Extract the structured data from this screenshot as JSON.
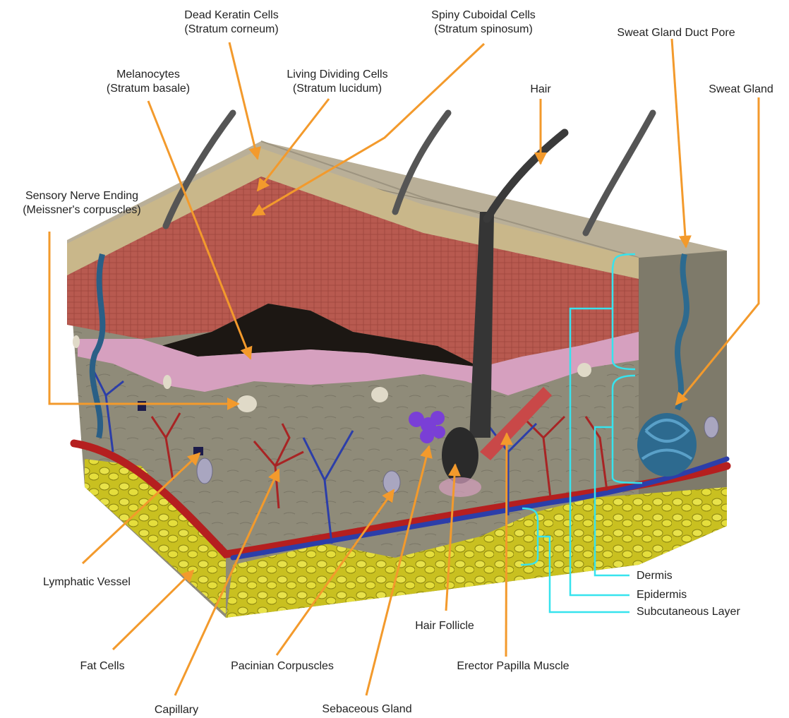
{
  "colors": {
    "arrow": "#f39a2c",
    "bracket": "#37e3ee",
    "text": "#222222",
    "epidermis_surface": "#b7ad96",
    "epidermis_red": "#b9584f",
    "basale_pink": "#d7a3c1",
    "dermis": "#8e8a78",
    "fat": "#d8d12a",
    "artery": "#b51f1f",
    "vein": "#2c3ea9",
    "sebaceous": "#7a3fd6",
    "sweat_gland": "#2d6a8f",
    "muscle": "#c94848",
    "hair": "#353535"
  },
  "labels": {
    "dead_keratin": {
      "line1": "Dead Keratin Cells",
      "line2": "(Stratum corneum)"
    },
    "spiny_cuboidal": {
      "line1": "Spiny Cuboidal Cells",
      "line2": "(Stratum spinosum)"
    },
    "sweat_pore": "Sweat Gland Duct Pore",
    "melanocytes": {
      "line1": "Melanocytes",
      "line2": "(Stratum basale)"
    },
    "living_dividing": {
      "line1": "Living Dividing Cells",
      "line2": "(Stratum lucidum)"
    },
    "hair": "Hair",
    "sweat_gland": "Sweat Gland",
    "sensory_nerve": {
      "line1": "Sensory Nerve Ending",
      "line2": "(Meissner's corpuscles)"
    },
    "lymphatic": "Lymphatic Vessel",
    "dermis": "Dermis",
    "epidermis": "Epidermis",
    "subcutaneous": "Subcutaneous Layer",
    "hair_follicle": "Hair Follicle",
    "fat_cells": "Fat Cells",
    "pacinian": "Pacinian Corpuscles",
    "erector": "Erector Papilla Muscle",
    "capillary": "Capillary",
    "sebaceous": "Sebaceous Gland"
  }
}
